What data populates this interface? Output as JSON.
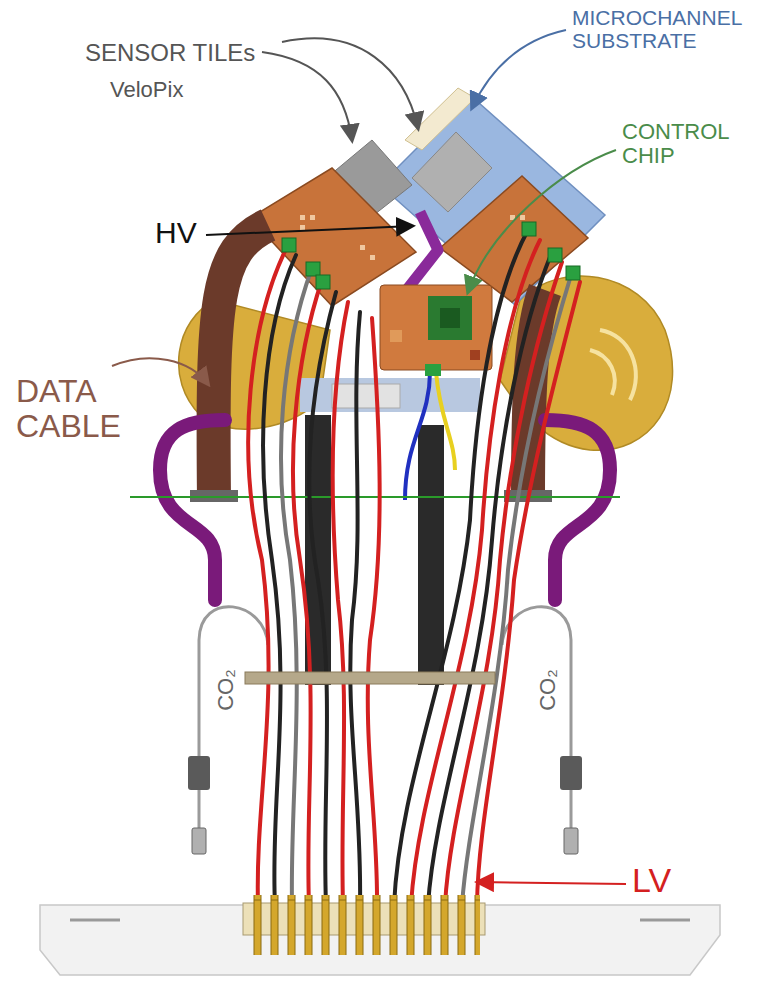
{
  "diagram": {
    "labels": [
      "SENSOR TILEs",
      "VeloPix",
      "MICROCHANNEL SUBSTRATE",
      "CONTROL CHIP",
      "HV",
      "DATA CABLE",
      "CO₂",
      "CO₂",
      "LV"
    ]
  }
}
